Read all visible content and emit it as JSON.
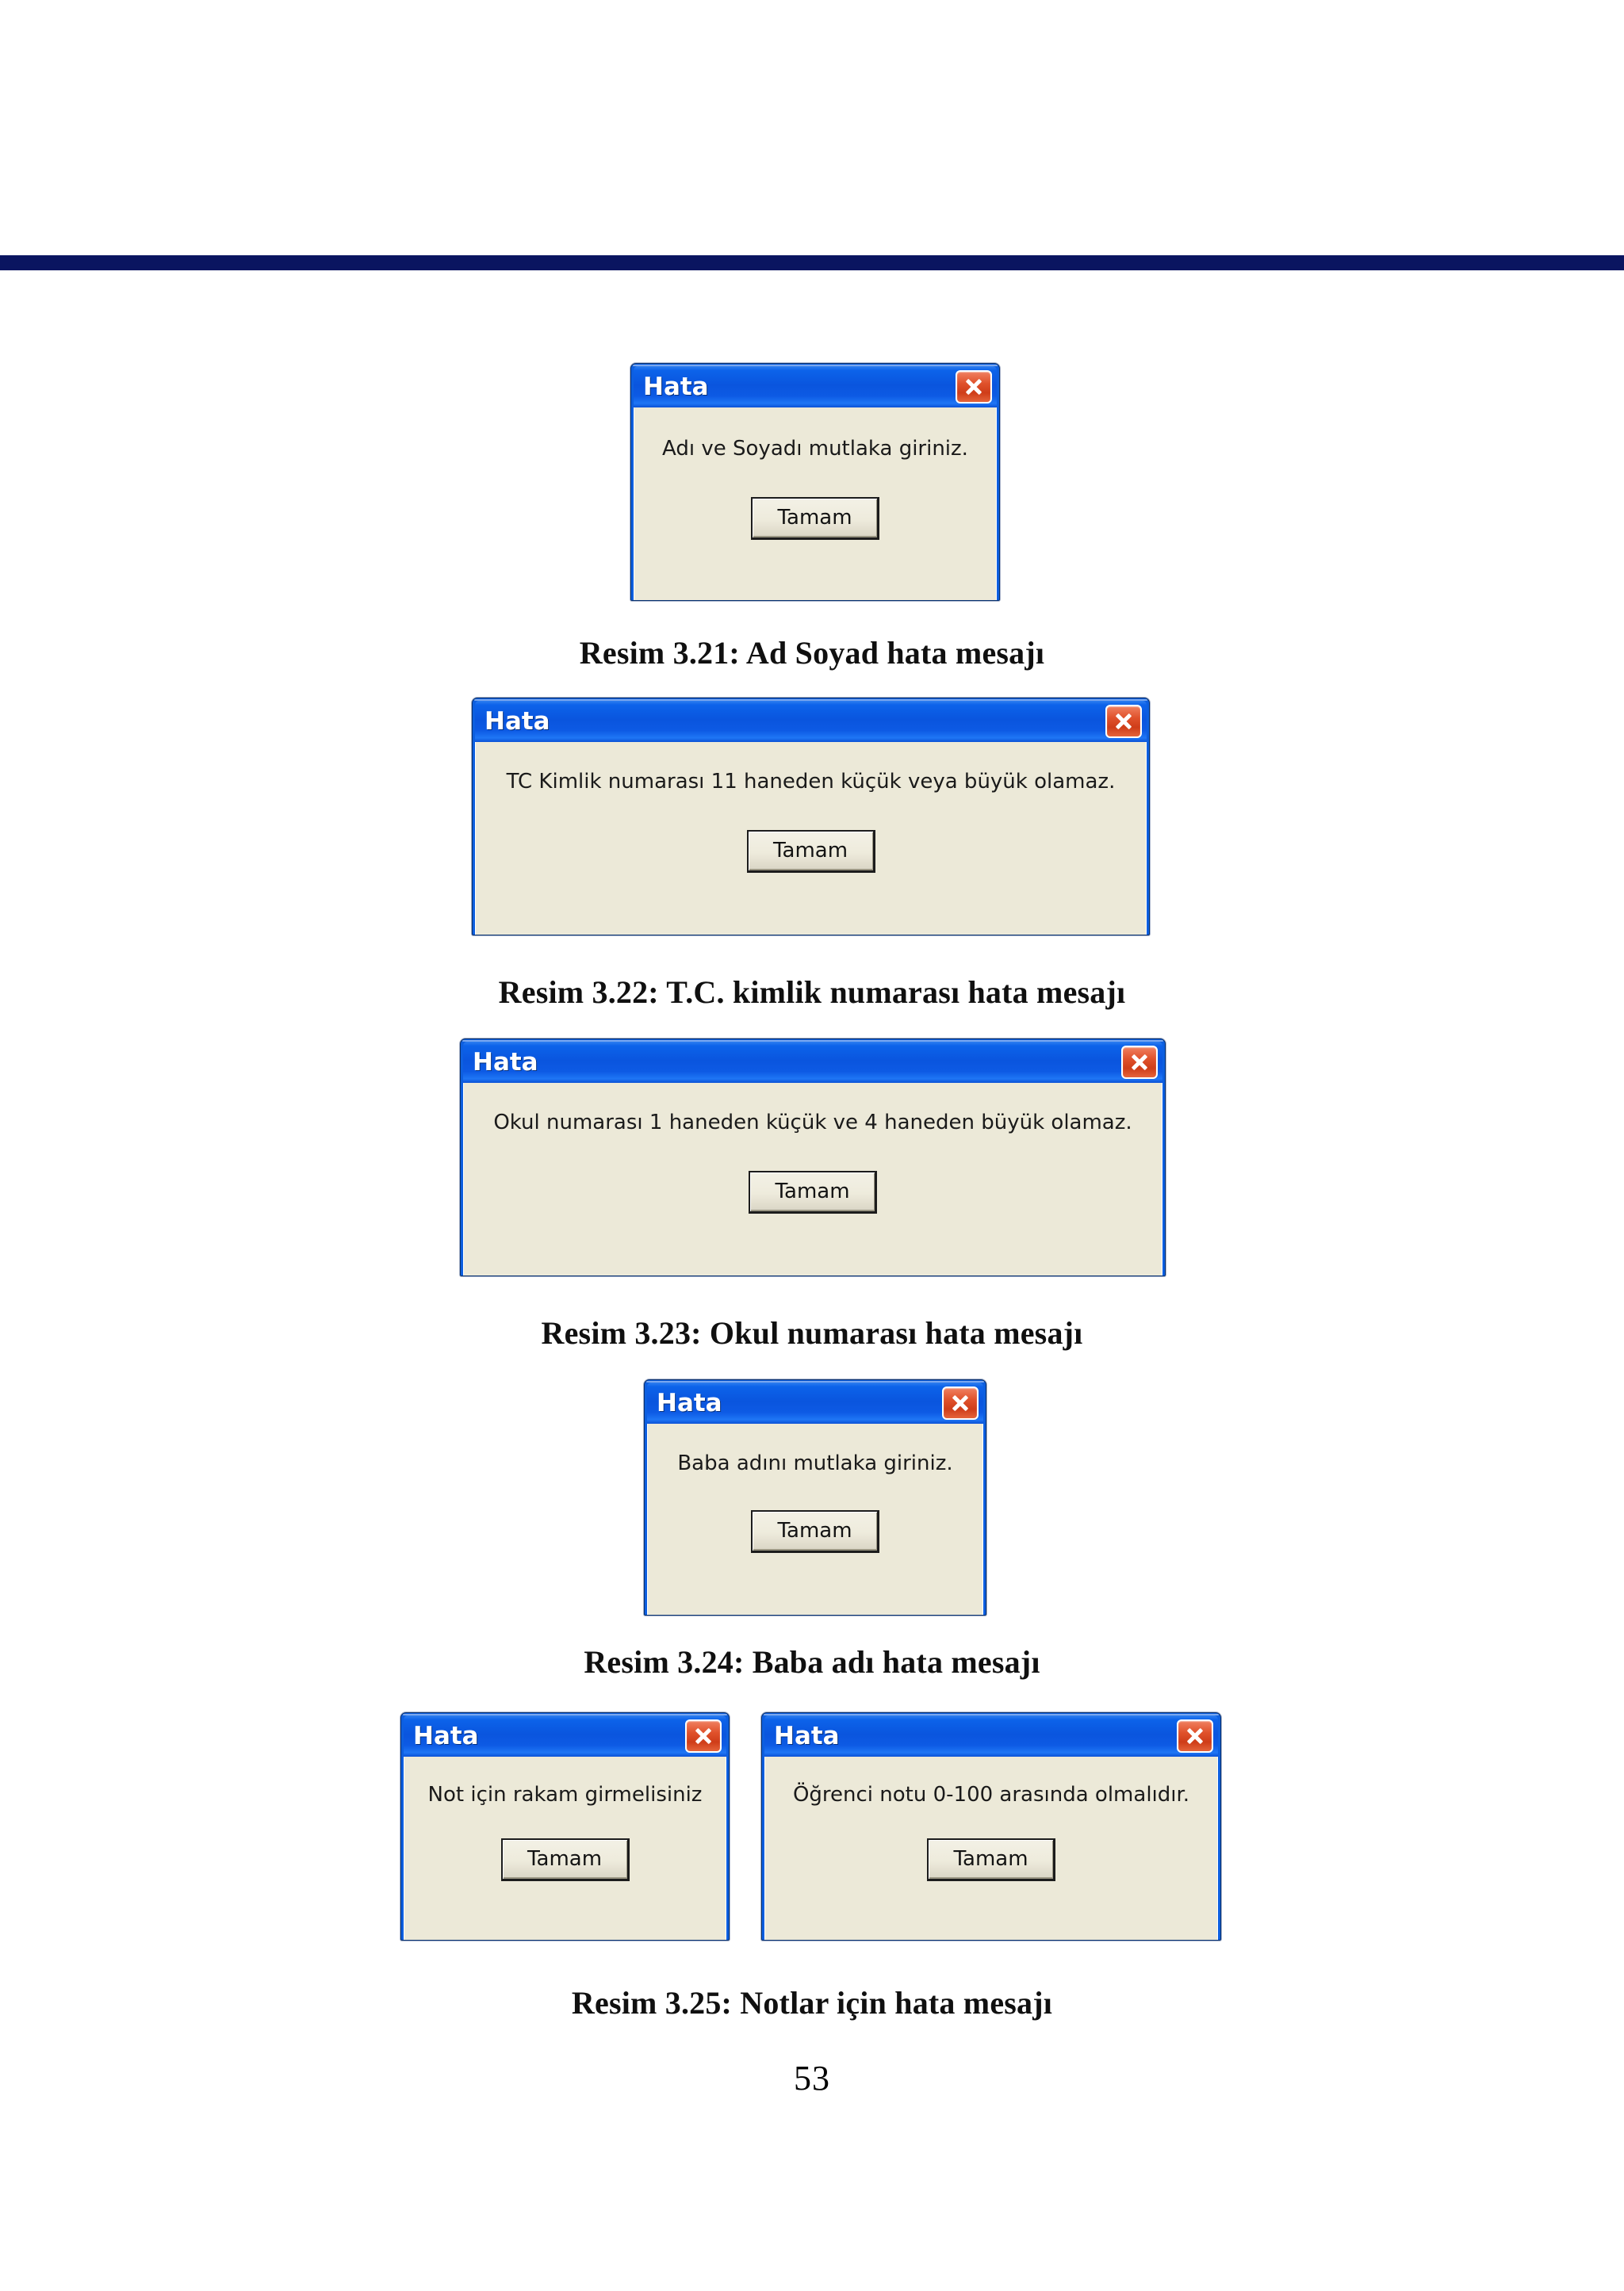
{
  "page": {
    "number": "53",
    "header_rule_color": "#0a1560"
  },
  "theme": {
    "titlebar_blue": "#0d5fe0",
    "client_beige": "#ece9d8",
    "close_red": "#d8441c",
    "caption_color": "#101010"
  },
  "figures": [
    {
      "dialog": {
        "title": "Hata",
        "message": "Adı ve Soyadı mutlaka giriniz.",
        "ok_label": "Tamam",
        "close_icon": "close-icon"
      },
      "caption": "Resim 3.21: Ad Soyad hata mesajı"
    },
    {
      "dialog": {
        "title": "Hata",
        "message": "TC Kimlik numarası 11 haneden küçük veya büyük olamaz.",
        "ok_label": "Tamam",
        "close_icon": "close-icon"
      },
      "caption": "Resim 3.22: T.C. kimlik numarası hata mesajı"
    },
    {
      "dialog": {
        "title": "Hata",
        "message": "Okul numarası 1 haneden küçük ve 4 haneden büyük olamaz.",
        "ok_label": "Tamam",
        "close_icon": "close-icon"
      },
      "caption": "Resim 3.23: Okul numarası hata mesajı"
    },
    {
      "dialog": {
        "title": "Hata",
        "message": "Baba adını mutlaka giriniz.",
        "ok_label": "Tamam",
        "close_icon": "close-icon"
      },
      "caption": "Resim 3.24: Baba adı hata mesajı"
    },
    {
      "dialog_left": {
        "title": "Hata",
        "message": "Not için rakam girmelisiniz",
        "ok_label": "Tamam",
        "close_icon": "close-icon"
      },
      "dialog_right": {
        "title": "Hata",
        "message": "Öğrenci notu 0-100 arasında olmalıdır.",
        "ok_label": "Tamam",
        "close_icon": "close-icon"
      },
      "caption": "Resim 3.25: Notlar için hata mesajı"
    }
  ]
}
